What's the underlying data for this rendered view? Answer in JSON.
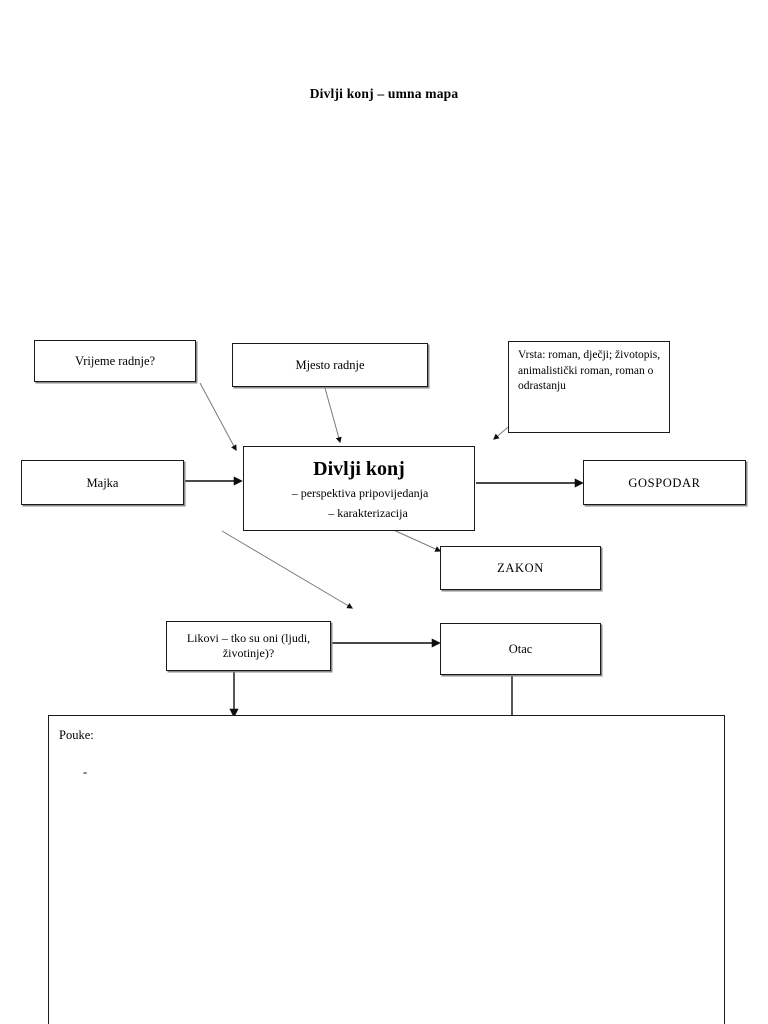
{
  "document": {
    "title": "Divlji konj – umna mapa"
  },
  "nodes": {
    "vrijeme": {
      "label": "Vrijeme radnje?"
    },
    "mjesto": {
      "label": "Mjesto radnje"
    },
    "vrsta": {
      "label": "Vrsta: roman, dječji; životopis, animalistički roman, roman o odrastanju"
    },
    "majka": {
      "label": "Majka"
    },
    "central": {
      "heading": "Divlji konj",
      "bullet_1": "–   perspektiva pripovijedanja",
      "bullet_2": "–   karakterizacija"
    },
    "gospodar": {
      "label": "GOSPODAR"
    },
    "zakon": {
      "label": "ZAKON"
    },
    "likovi": {
      "label": "Likovi – tko su oni (ljudi, životinje)?"
    },
    "otac": {
      "label": "Otac"
    },
    "pouke": {
      "label": "Pouke:",
      "bullet": "-"
    }
  },
  "edges": [
    {
      "name": "vrijeme-to-central",
      "from": "vrijeme",
      "to": "central",
      "style": "thin-diagonal",
      "arrow": true
    },
    {
      "name": "mjesto-to-central",
      "from": "mjesto",
      "to": "central",
      "style": "thin-diagonal",
      "arrow": true
    },
    {
      "name": "vrsta-to-central",
      "from": "vrsta",
      "to": "central",
      "style": "thin-diagonal",
      "arrow": true
    },
    {
      "name": "majka-to-central",
      "from": "majka",
      "to": "central",
      "style": "bold-horizontal",
      "arrow": true
    },
    {
      "name": "central-to-gospodar",
      "from": "central",
      "to": "gospodar",
      "style": "bold-horizontal",
      "arrow": true
    },
    {
      "name": "central-to-zakon",
      "from": "central",
      "to": "zakon",
      "style": "thin-diagonal",
      "arrow": true
    },
    {
      "name": "central-to-likovi",
      "from": "central",
      "to": "likovi",
      "style": "thin-diagonal",
      "arrow": true
    },
    {
      "name": "likovi-to-otac",
      "from": "likovi",
      "to": "otac",
      "style": "bold-horizontal",
      "arrow": true
    },
    {
      "name": "likovi-to-pouke",
      "from": "likovi",
      "to": "pouke",
      "style": "bold-vertical",
      "arrow": true
    },
    {
      "name": "otac-to-pouke",
      "from": "otac",
      "to": "pouke",
      "style": "bold-vertical",
      "arrow": false
    }
  ],
  "colors": {
    "page_background": "#ffffff",
    "text": "#000000",
    "box_border": "#1a1a1a",
    "box_shadow": "#8a8a8a",
    "edge_thin": "#7a7a7a",
    "edge_bold": "#0d0d0d"
  }
}
